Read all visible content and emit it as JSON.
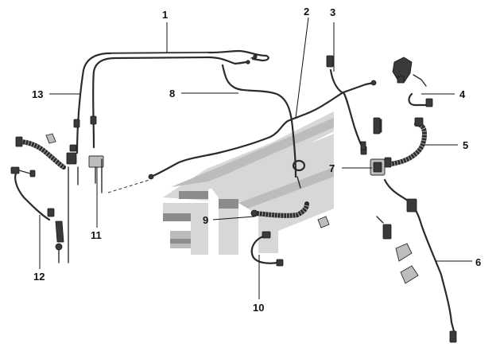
{
  "callouts": [
    {
      "id": "1",
      "label": "1"
    },
    {
      "id": "2",
      "label": "2"
    },
    {
      "id": "3",
      "label": "3"
    },
    {
      "id": "4",
      "label": "4"
    },
    {
      "id": "5",
      "label": "5"
    },
    {
      "id": "6",
      "label": "6"
    },
    {
      "id": "7",
      "label": "7"
    },
    {
      "id": "8",
      "label": "8"
    },
    {
      "id": "9",
      "label": "9"
    },
    {
      "id": "10",
      "label": "10"
    },
    {
      "id": "11",
      "label": "11"
    },
    {
      "id": "12",
      "label": "12"
    },
    {
      "id": "13",
      "label": "13"
    }
  ],
  "colors": {
    "ink": "#2b2b2b",
    "watermark_dark": "#8c8c8c",
    "watermark_mid": "#bcbcbc",
    "watermark_light": "#d7d7d7",
    "background": "#ffffff"
  },
  "icons": [
    "brand-watermark-logo"
  ]
}
